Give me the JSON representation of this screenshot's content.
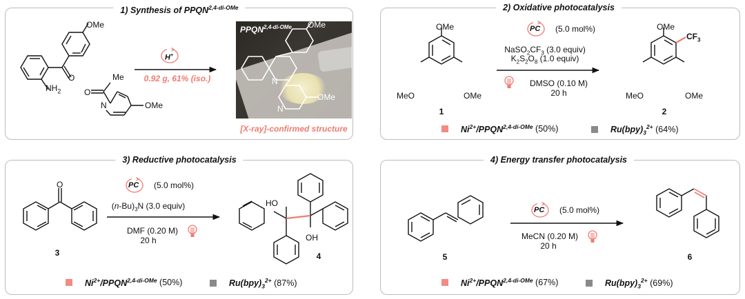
{
  "colors": {
    "accent": "#ef7b72",
    "gray_square": "#8a8a8a",
    "border": "#bcbcbc"
  },
  "panels": [
    {
      "title_main": "1) Synthesis of PPQN",
      "title_sup": "2,4-di-OMe",
      "reactant_a_labels": {
        "ome": "OMe",
        "o": "O",
        "nh2": "NH",
        "nh2_sub": "2"
      },
      "reactant_b_labels": {
        "me": "Me",
        "o": "O",
        "n": "N",
        "ome": "OMe"
      },
      "catalyst_label": "H",
      "catalyst_sup": "+",
      "yield_text": "0.92 g, 61% (iso.)",
      "photo_label_main": "PPQN",
      "photo_label_sup": "2,4-di-OMe",
      "photo_structure_labels": {
        "ome_top": "OMe",
        "n1": "N",
        "n2": "N",
        "ome_bottom": "OMe"
      },
      "xray_caption": "[X-ray]-confirmed structure"
    },
    {
      "title": "2) Oxidative photocatalysis",
      "pc_label": "PC",
      "pc_loading": "(5.0 mol%)",
      "reagent1_a": "NaSO",
      "reagent1_sub": "2",
      "reagent1_b": "CF",
      "reagent1_sub2": "3",
      "reagent1_c": " (3.0 equiv)",
      "reagent2_a": "K",
      "reagent2_sub1": "2",
      "reagent2_b": "S",
      "reagent2_sub2": "2",
      "reagent2_c": "O",
      "reagent2_sub3": "8",
      "reagent2_d": " (1.0 equiv)",
      "solvent": "DMSO (0.10 M)",
      "time": "20 h",
      "reactant_labels": {
        "ome_top": "OMe",
        "meo": "MeO",
        "ome_right": "OMe"
      },
      "reactant_number": "1",
      "product_labels": {
        "ome_top": "OMe",
        "cf3": "CF",
        "cf3_sub": "3",
        "meo": "MeO",
        "ome_right": "OMe"
      },
      "product_number": "2",
      "legend": [
        {
          "name": "Ni",
          "name_sup": "2+",
          "name_rest": "/PPQN",
          "name_rest_sup": "2,4-di-OMe",
          "value": "(50%)",
          "swatch": "salmon"
        },
        {
          "name": "Ru(bpy)",
          "name_sub": "3",
          "name_sup": "2+",
          "value": "(64%)",
          "swatch": "gray"
        }
      ]
    },
    {
      "title": "3) Reductive photocatalysis",
      "pc_label": "PC",
      "pc_loading": "(5.0 mol%)",
      "reagent_a": "(",
      "reagent_it": "n",
      "reagent_b": "-Bu)",
      "reagent_sub": "3",
      "reagent_c": "N (3.0 equiv)",
      "solvent": "DMF (0.20 M)",
      "time": "20 h",
      "reactant_labels": {
        "o": "O"
      },
      "reactant_number": "3",
      "product_labels": {
        "ho": "HO",
        "oh": "OH"
      },
      "product_number": "4",
      "legend": [
        {
          "name": "Ni",
          "name_sup": "2+",
          "name_rest": "/PPQN",
          "name_rest_sup": "2,4-di-OMe",
          "value": "(50%)",
          "swatch": "salmon"
        },
        {
          "name": "Ru(bpy)",
          "name_sub": "3",
          "name_sup": "2+",
          "value": "(87%)",
          "swatch": "gray"
        }
      ]
    },
    {
      "title": "4) Energy transfer photocatalysis",
      "pc_label": "PC",
      "pc_loading": "(5.0 mol%)",
      "solvent": "MeCN (0.20 M)",
      "time": "20 h",
      "reactant_number": "5",
      "product_number": "6",
      "legend": [
        {
          "name": "Ni",
          "name_sup": "2+",
          "name_rest": "/PPQN",
          "name_rest_sup": "2,4-di-OMe",
          "value": "(67%)",
          "swatch": "salmon"
        },
        {
          "name": "Ru(bpy)",
          "name_sub": "3",
          "name_sup": "2+",
          "value": "(69%)",
          "swatch": "gray"
        }
      ]
    }
  ]
}
